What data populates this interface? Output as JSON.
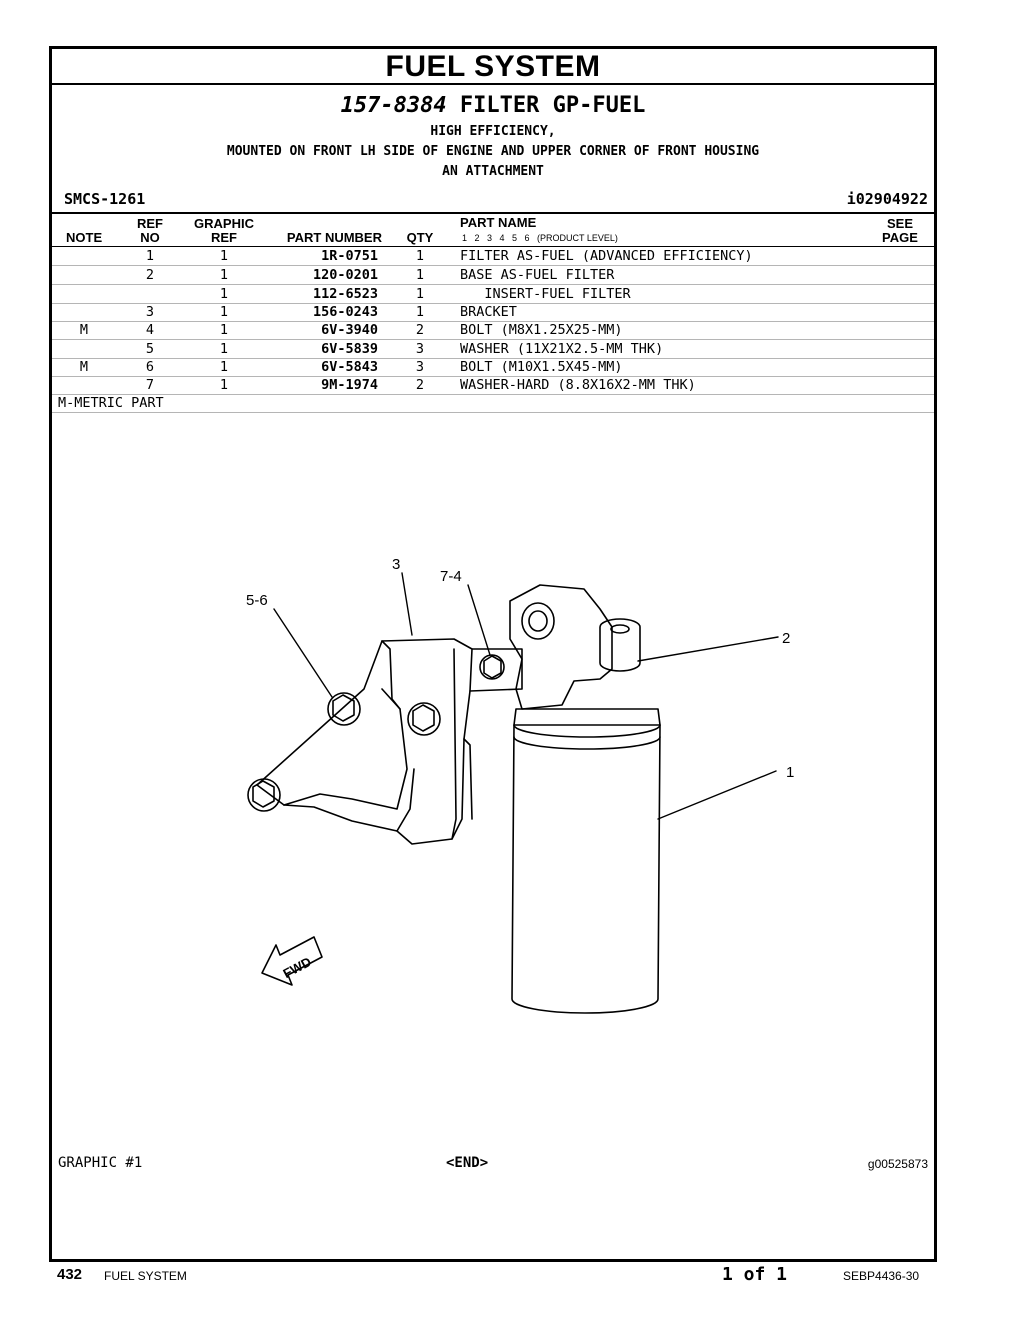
{
  "header": {
    "section_title": "FUEL SYSTEM",
    "group_part_number": "157-8384",
    "group_name": "FILTER GP-FUEL",
    "subtitle_lines": [
      "HIGH EFFICIENCY,",
      "MOUNTED ON FRONT LH SIDE OF ENGINE AND UPPER CORNER OF FRONT HOUSING",
      "AN ATTACHMENT"
    ],
    "smcs": "SMCS-1261",
    "info_id": "i02904922"
  },
  "table": {
    "columns": {
      "note": "NOTE",
      "ref_no": [
        "REF",
        "NO"
      ],
      "graphic_ref": [
        "GRAPHIC",
        "REF"
      ],
      "part_number": "PART NUMBER",
      "qty": "QTY",
      "part_name": "PART NAME",
      "product_levels": "1   2   3   4   5   6   (PRODUCT LEVEL)",
      "see_page": [
        "SEE",
        "PAGE"
      ]
    },
    "rows": [
      {
        "note": "",
        "ref": "1",
        "gref": "1",
        "pn": "1R-0751",
        "qty": "1",
        "name": "FILTER AS-FUEL (ADVANCED EFFICIENCY)"
      },
      {
        "note": "",
        "ref": "2",
        "gref": "1",
        "pn": "120-0201",
        "qty": "1",
        "name": "BASE AS-FUEL FILTER"
      },
      {
        "note": "",
        "ref": "",
        "gref": "1",
        "pn": "112-6523",
        "qty": "1",
        "name": "   INSERT-FUEL FILTER"
      },
      {
        "note": "",
        "ref": "3",
        "gref": "1",
        "pn": "156-0243",
        "qty": "1",
        "name": "BRACKET"
      },
      {
        "note": "M",
        "ref": "4",
        "gref": "1",
        "pn": "6V-3940",
        "qty": "2",
        "name": "BOLT (M8X1.25X25-MM)"
      },
      {
        "note": "",
        "ref": "5",
        "gref": "1",
        "pn": "6V-5839",
        "qty": "3",
        "name": "WASHER (11X21X2.5-MM THK)"
      },
      {
        "note": "M",
        "ref": "6",
        "gref": "1",
        "pn": "6V-5843",
        "qty": "3",
        "name": "BOLT (M10X1.5X45-MM)"
      },
      {
        "note": "",
        "ref": "7",
        "gref": "1",
        "pn": "9M-1974",
        "qty": "2",
        "name": "WASHER-HARD (8.8X16X2-MM THK)"
      }
    ],
    "footnote": "M-METRIC PART"
  },
  "figure": {
    "callouts": {
      "c3": "3",
      "c74": "7-4",
      "c56": "5-6",
      "c2": "2",
      "c1": "1"
    },
    "fwd_label": "FWD",
    "graphic_label": "GRAPHIC #1",
    "end_label": "<END>",
    "graphic_number": "g00525873"
  },
  "footer": {
    "page_number": "432",
    "section": "FUEL SYSTEM",
    "page_of": "1 of 1",
    "doc_number": "SEBP4436-30"
  }
}
